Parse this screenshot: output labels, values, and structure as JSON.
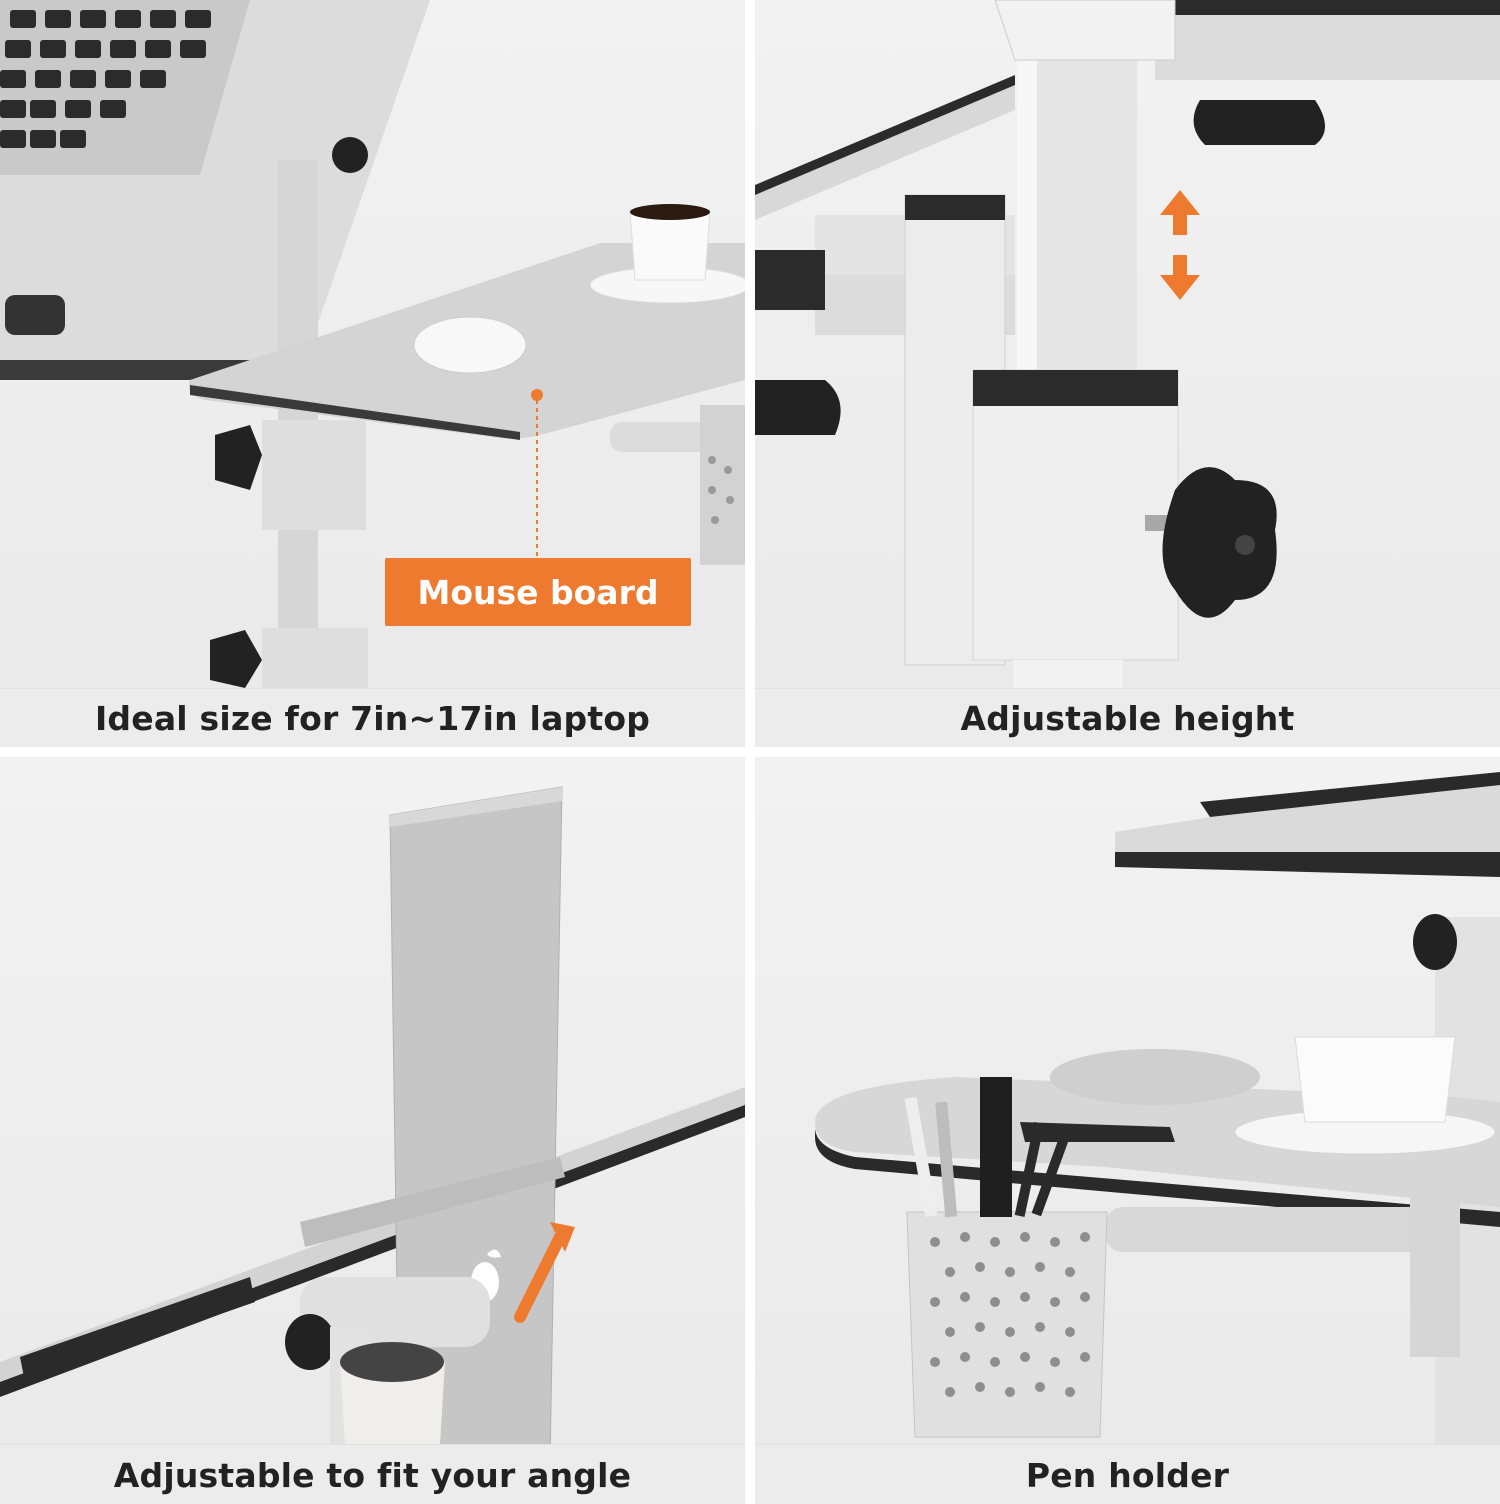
{
  "panels": [
    {
      "caption": "Ideal size for 7in~17in laptop",
      "callout": "Mouse board"
    },
    {
      "caption": "Adjustable height"
    },
    {
      "caption": "Adjustable to fit your angle"
    },
    {
      "caption": "Pen holder"
    }
  ],
  "colors": {
    "accent": "#ee7a2f",
    "caption_text": "#222222",
    "caption_bar": "#ececec"
  }
}
